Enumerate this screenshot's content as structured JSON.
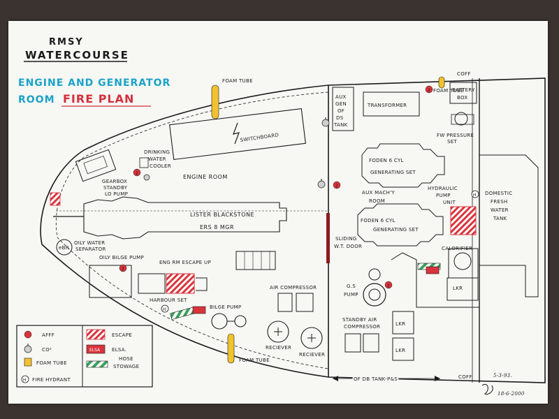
{
  "header": {
    "line1": "RMSY",
    "line2": "WATERCOURSE",
    "title_part1": "ENGINE AND GENERATOR",
    "title_part2": "ROOM",
    "title_part3": "FIRE PLAN"
  },
  "labels": {
    "foam_tube_top": "FOAM TUBE",
    "foam_tube_bottom": "FOAM TUBE",
    "foam_tube_right": "FOAM TUBE",
    "switchboard": "SWITCHBOARD",
    "drinking_water_cooler": [
      "DRINKING",
      "WATER",
      "COOLER"
    ],
    "gearbox_pump": [
      "GEARBOX",
      "STANDBY",
      "LO PUMP"
    ],
    "engine_room": "ENGINE ROOM",
    "lister": "LISTER BLACKSTONE",
    "ers": "ERS 8 MGR",
    "oily_water": [
      "OILY WATER",
      "SEPARATOR"
    ],
    "oily_bilge_pump": "OILY BILGE PUMP",
    "escape_up": "ENG RM ESCAPE   UP",
    "harbour_set": "HARBOUR SET",
    "bilge_pump": "BILGE PUMP",
    "air_compressor": "AIR COMPRESSOR",
    "reciever1": "RECIEVER",
    "reciever2": "RECIEVER",
    "aux_gen_tank": [
      "AUX",
      "GEN",
      "OF",
      "DS",
      "TANK"
    ],
    "transformer": "TRANSFORMER",
    "battery_box": [
      "BATTERY",
      "BOX"
    ],
    "fw_pressure_set": [
      "FW PRESSURE",
      "SET"
    ],
    "coff_top": "COFF",
    "foden1": [
      "FODEN 6 CYL",
      "GENERATING SET"
    ],
    "foden2": [
      "FODEN 6 CYL",
      "GENERATING SET"
    ],
    "aux_mach_room": [
      "AUX MACH'Y",
      "ROOM"
    ],
    "hydraulic_pump": [
      "HYDRAULIC",
      "PUMP",
      "UNIT"
    ],
    "domestic_tank": [
      "DOMESTIC",
      "FRESH",
      "WATER",
      "TANK"
    ],
    "sliding_door": [
      "SLIDING",
      "W.T. DOOR"
    ],
    "calorifier": "CALORIFIER",
    "gs_pump": [
      "G.S",
      "PUMP"
    ],
    "standby_air": [
      "STANDBY AIR",
      "COMPRESSOR"
    ],
    "lkr1": "LKR",
    "lkr2": "LKR",
    "lkr3": "LKR",
    "of_db_tank": "OF DB TANK  P&S",
    "coff_bottom": "COFF",
    "sig1": "5-3-93.",
    "sig2": "18-6-2000"
  },
  "markers": {
    "ext_numbers": [
      "2",
      "2",
      "2",
      "2",
      "2"
    ],
    "hydrant": "H",
    "elsa": "ELSA"
  },
  "legend": {
    "afff": "AFFF",
    "co2": "CO²",
    "foam_tube": "FOAM TUBE",
    "fire_hydrant": "FIRE HYDRANT",
    "escape": "ESCAPE",
    "elsa": "ELSA.",
    "elsa_swatch": "ELSA",
    "hose_stowage": [
      "HOSE",
      "STOWAGE"
    ]
  },
  "colors": {
    "afff": "#d9333b",
    "co2": "#9a9a9a",
    "foam": "#f2c230",
    "escape": "#d9333b",
    "hose_green": "#3aa15a",
    "title_blue": "#1aa3c8",
    "title_red": "#d3303a",
    "paper": "#f7f7f4",
    "background": "#3a3330"
  }
}
